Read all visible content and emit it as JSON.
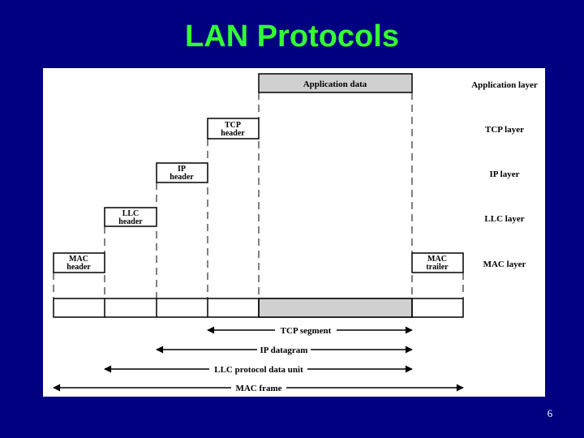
{
  "slide": {
    "title": "LAN Protocols",
    "page_number": "6"
  },
  "diagram": {
    "headers": {
      "application_data": "Application data",
      "tcp_header_l1": "TCP",
      "tcp_header_l2": "header",
      "ip_header_l1": "IP",
      "ip_header_l2": "header",
      "llc_header_l1": "LLC",
      "llc_header_l2": "header",
      "mac_header_l1": "MAC",
      "mac_header_l2": "header",
      "mac_trailer_l1": "MAC",
      "mac_trailer_l2": "trailer"
    },
    "layers": {
      "application": "Application layer",
      "tcp": "TCP layer",
      "ip": "IP layer",
      "llc": "LLC layer",
      "mac": "MAC layer"
    },
    "spans": {
      "tcp_segment": "TCP segment",
      "ip_datagram": "IP datagram",
      "llc_pdu": "LLC protocol data unit",
      "mac_frame": "MAC frame"
    },
    "colors": {
      "background": "#000080",
      "title": "#33ff33",
      "shaded": "#d0d0d0"
    }
  }
}
